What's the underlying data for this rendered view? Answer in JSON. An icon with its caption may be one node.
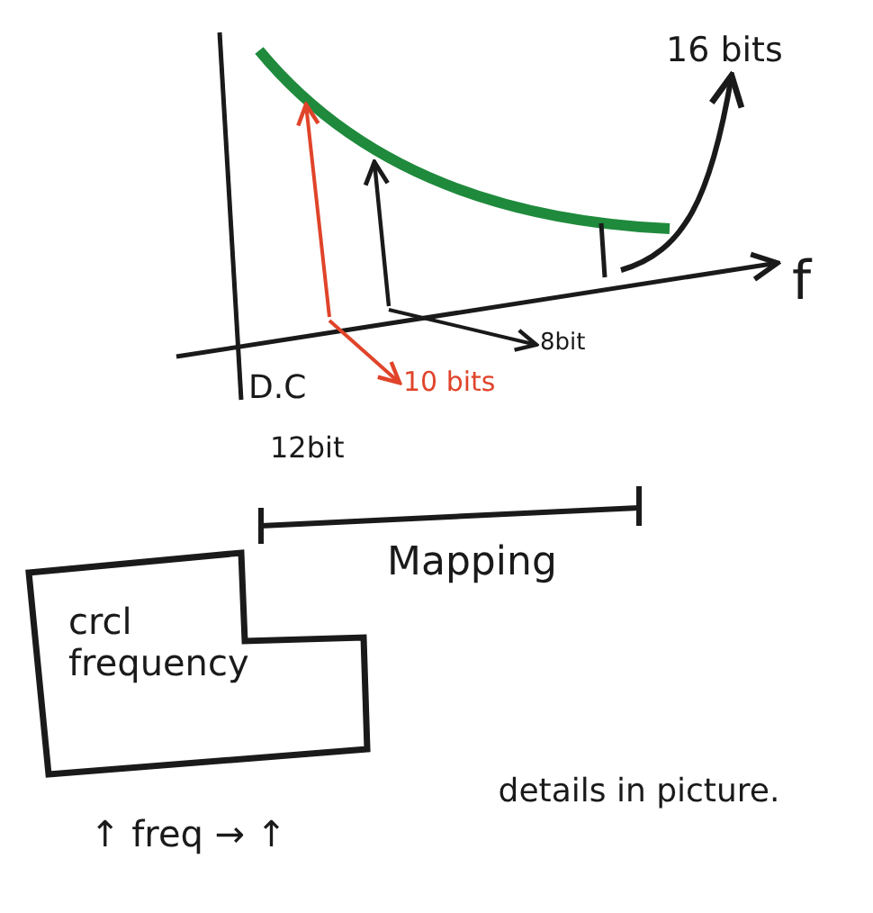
{
  "diagram": {
    "nodes": [
      {
        "text": [
          "16 bits"
        ]
      },
      {
        "text": [
          "10 bits"
        ]
      },
      {
        "text": [
          "8bit"
        ]
      },
      {
        "text": [
          "crcl frequency"
        ]
      }
    ],
    "edges": [
      {
        "from": null,
        "to": 0,
        "arrow": "to"
      },
      {
        "from": null,
        "to": 1,
        "arrow": "to",
        "color": "#e0442a"
      },
      {
        "from": null,
        "to": 2,
        "arrow": "to"
      }
    ],
    "labels": [
      "f",
      "D.C",
      "12bit",
      "Mapping",
      "↑ freq → ↑",
      "details in picture."
    ]
  }
}
